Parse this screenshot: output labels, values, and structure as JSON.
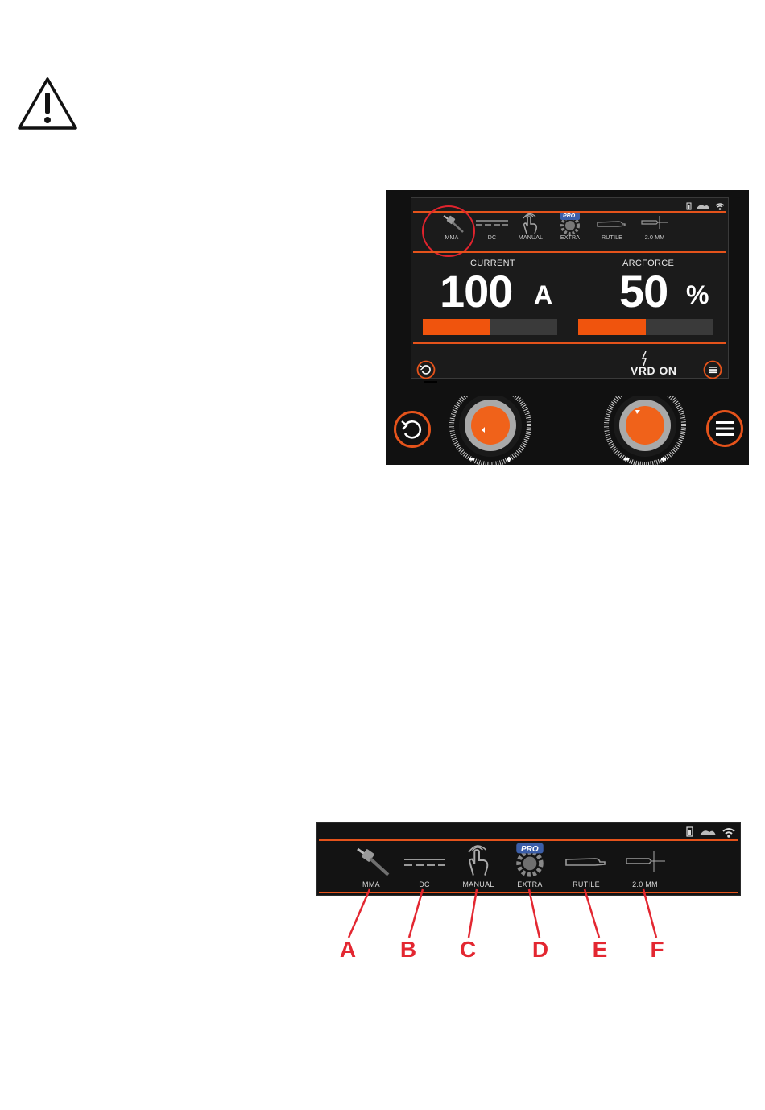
{
  "panel": {
    "modes": [
      {
        "label": "MMA",
        "icon": "electrode-holder-icon"
      },
      {
        "label": "DC",
        "icon": "dc-current-icon"
      },
      {
        "label": "MANUAL",
        "icon": "hand-touch-icon"
      },
      {
        "label": "EXTRA",
        "icon": "pro-gear-icon",
        "badge": "PRO"
      },
      {
        "label": "RUTILE",
        "icon": "rutile-electrode-icon"
      },
      {
        "label": "2.0 MM",
        "icon": "electrode-diameter-icon"
      }
    ],
    "current": {
      "label": "CURRENT",
      "value": "100",
      "unit": "A",
      "level": 0.5
    },
    "arcforce": {
      "label": "ARCFORCE",
      "value": "50",
      "unit": "%",
      "level": 0.5
    },
    "vrd_text": "VRD ON"
  },
  "strip": {
    "modes": [
      {
        "label": "MMA",
        "letter": "A"
      },
      {
        "label": "DC",
        "letter": "B"
      },
      {
        "label": "MANUAL",
        "letter": "C"
      },
      {
        "label": "EXTRA",
        "letter": "D",
        "badge": "PRO"
      },
      {
        "label": "RUTILE",
        "letter": "E"
      },
      {
        "label": "2.0 MM",
        "letter": "F"
      }
    ]
  },
  "colors": {
    "accent": "#f0540d",
    "callout": "#e32731",
    "screen_bg": "#1b1b1b"
  }
}
